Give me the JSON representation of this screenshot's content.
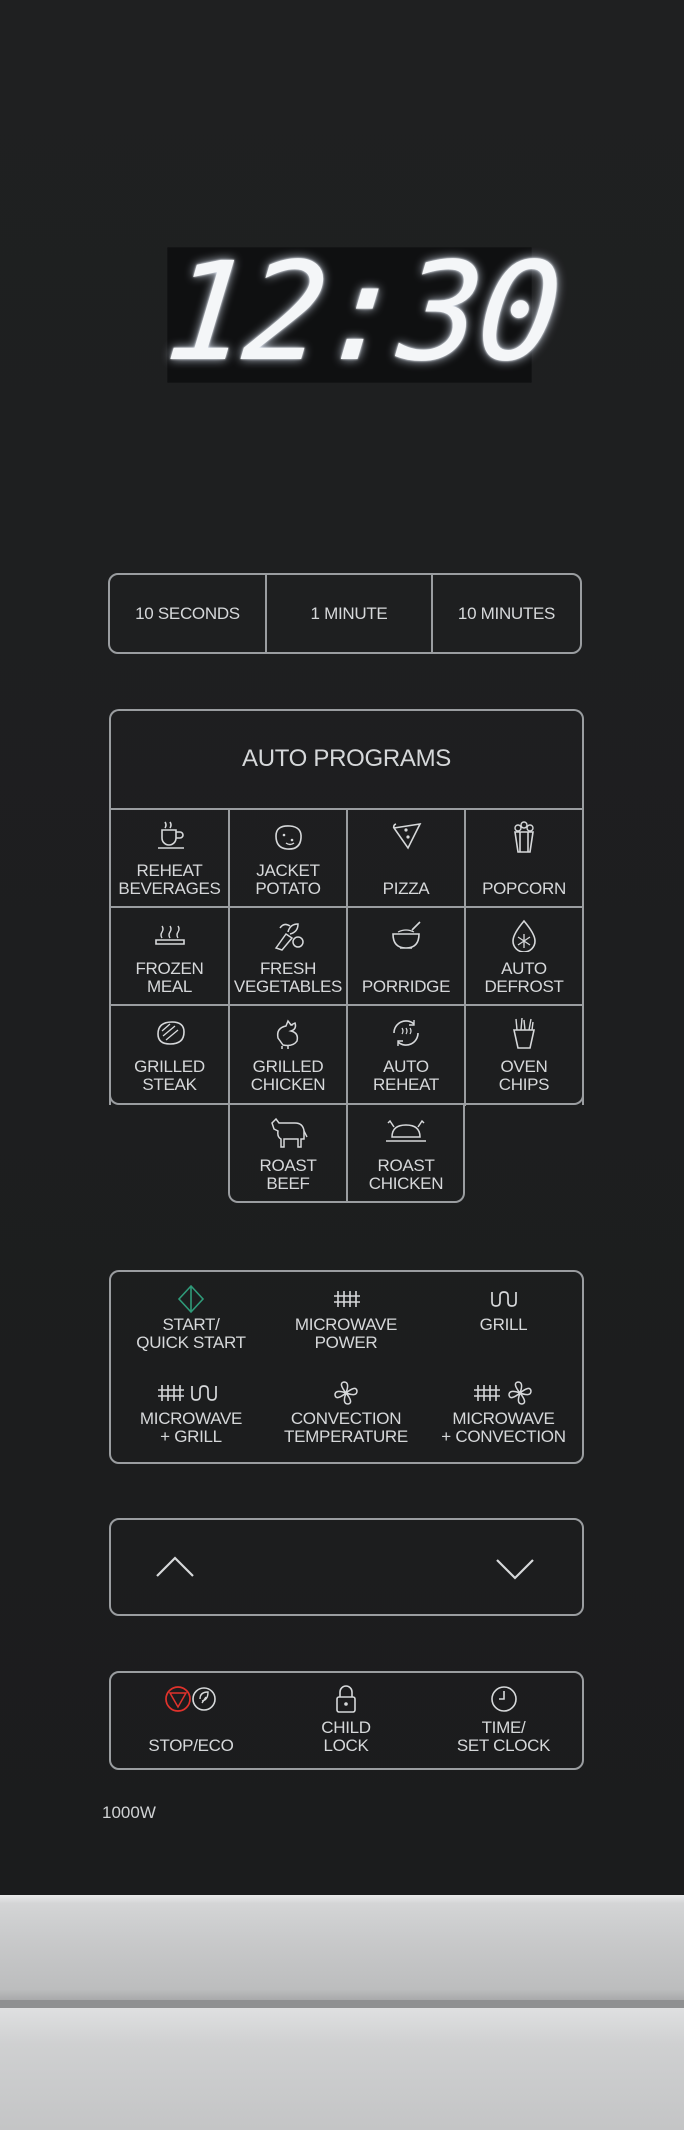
{
  "display": {
    "time": "12:30"
  },
  "quick_time": [
    "10 SECONDS",
    "1 MINUTE",
    "10 MINUTES"
  ],
  "auto_programs": {
    "title": "AUTO PROGRAMS",
    "items": [
      {
        "line1": "REHEAT",
        "line2": "BEVERAGES",
        "icon": "cup-icon"
      },
      {
        "line1": "JACKET",
        "line2": "POTATO",
        "icon": "potato-icon"
      },
      {
        "line1": "",
        "line2": "PIZZA",
        "icon": "pizza-icon"
      },
      {
        "line1": "",
        "line2": "POPCORN",
        "icon": "popcorn-icon"
      },
      {
        "line1": "FROZEN",
        "line2": "MEAL",
        "icon": "frozen-meal-icon"
      },
      {
        "line1": "FRESH",
        "line2": "VEGETABLES",
        "icon": "vegetables-icon"
      },
      {
        "line1": "",
        "line2": "PORRIDGE",
        "icon": "porridge-icon"
      },
      {
        "line1": "AUTO",
        "line2": "DEFROST",
        "icon": "defrost-icon"
      },
      {
        "line1": "GRILLED",
        "line2": "STEAK",
        "icon": "steak-icon"
      },
      {
        "line1": "GRILLED",
        "line2": "CHICKEN",
        "icon": "chicken-icon"
      },
      {
        "line1": "AUTO",
        "line2": "REHEAT",
        "icon": "auto-reheat-icon"
      },
      {
        "line1": "OVEN",
        "line2": "CHIPS",
        "icon": "chips-icon"
      },
      {
        "line1": "ROAST",
        "line2": "BEEF",
        "icon": "beef-icon"
      },
      {
        "line1": "ROAST",
        "line2": "CHICKEN",
        "icon": "roast-chicken-icon"
      }
    ]
  },
  "modes": [
    {
      "line1": "START/",
      "line2": "QUICK START",
      "icon": "start-diamond-icon",
      "accent": "#2f9a79"
    },
    {
      "line1": "MICROWAVE",
      "line2": "POWER",
      "icon": "microwave-icon"
    },
    {
      "line1": "",
      "line2": "GRILL",
      "icon": "grill-icon"
    },
    {
      "line1": "MICROWAVE",
      "line2": "+ GRILL",
      "icon": "microwave-grill-icon"
    },
    {
      "line1": "CONVECTION",
      "line2": "TEMPERATURE",
      "icon": "fan-icon"
    },
    {
      "line1": "MICROWAVE",
      "line2": "+ CONVECTION",
      "icon": "microwave-convection-icon"
    }
  ],
  "arrows": {
    "up": "up-arrow-icon",
    "down": "down-arrow-icon"
  },
  "bottom_controls": [
    {
      "line1": "",
      "line2": "STOP/ECO",
      "icon": "stop-eco-icon",
      "accent": "#e0322c"
    },
    {
      "line1": "CHILD",
      "line2": "LOCK",
      "icon": "lock-icon"
    },
    {
      "line1": "TIME/",
      "line2": "SET CLOCK",
      "icon": "clock-icon"
    }
  ],
  "wattage": "1000W"
}
